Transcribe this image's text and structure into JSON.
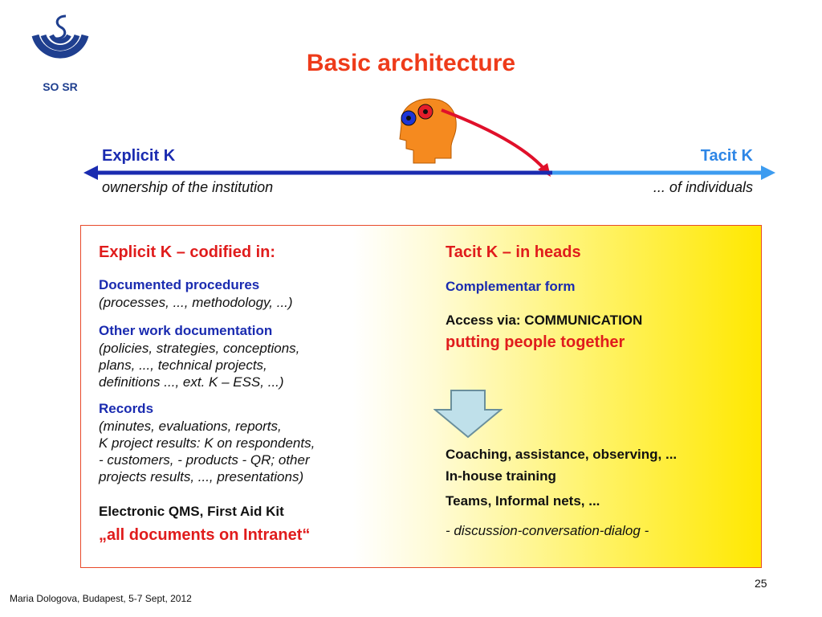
{
  "logo": {
    "text": "SO SR",
    "colors": {
      "primary": "#1f3f8f"
    }
  },
  "title": "Basic architecture",
  "axis": {
    "left_label": "Explicit K",
    "right_label": "Tacit K",
    "left_caption": "ownership of the institution",
    "right_caption": "... of individuals",
    "colors": {
      "left": "#1a2bb0",
      "right": "#3d9cf0",
      "curve": "#e0102a"
    }
  },
  "head_icon": "head-with-gears-icon",
  "left_column": {
    "heading": "Explicit K – codified in:",
    "items": [
      {
        "title": "Documented procedures",
        "detail": [
          "(processes, ..., methodology, ...)"
        ]
      },
      {
        "title": "Other work documentation",
        "detail": [
          "(policies, strategies, conceptions,",
          "plans, ..., technical projects,",
          "definitions ..., ext. K – ESS, ...)"
        ]
      },
      {
        "title": "Records",
        "detail": [
          "(minutes, evaluations, reports,",
          "K project results: K on respondents,",
          "- customers, - products - QR; other",
          "projects results, ..., presentations)"
        ]
      }
    ],
    "qms": "Electronic QMS, First Aid Kit",
    "intranet": "„all documents on Intranet“"
  },
  "right_column": {
    "heading": "Tacit K – in heads",
    "form": "Complementar form",
    "access": "Access via:  COMMUNICATION",
    "putting": "putting people together",
    "arrow_icon": "down-arrow-icon",
    "activities": [
      "Coaching, assistance, observing, ...",
      "In-house training",
      "Teams, Informal nets, ..."
    ],
    "discussion": "- discussion-conversation-dialog -"
  },
  "footer": "Maria Dologova, Budapest,  5-7 Sept, 2012",
  "page_number": "25"
}
